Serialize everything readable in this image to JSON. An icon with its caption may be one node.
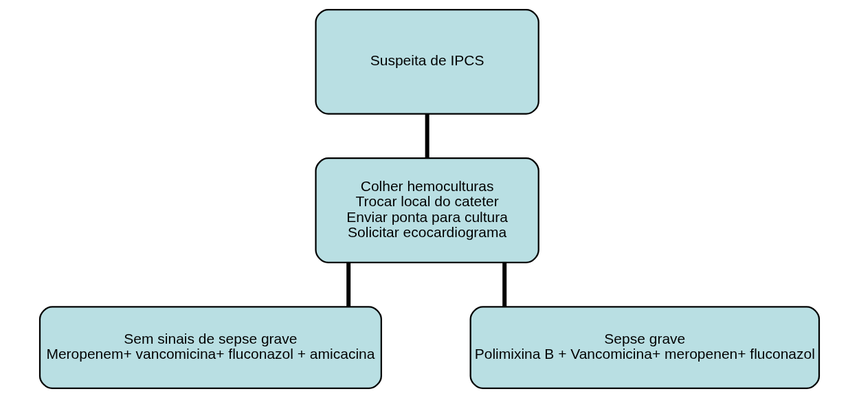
{
  "diagram": {
    "nodes": [
      {
        "text": [
          "Suspeita de IPCS"
        ]
      },
      {
        "text": [
          "Colher hemoculturas",
          "Trocar local do cateter",
          "Enviar ponta para cultura",
          "Solicitar ecocardiograma"
        ]
      },
      {
        "text": [
          "Sem sinais de sepse grave",
          "Meropenem+ vancomicina+ fluconazol + amicacina"
        ]
      },
      {
        "text": [
          "Sepse grave",
          "Polimixina B + Vancomicina+ meropenen+ fluconazol"
        ]
      }
    ],
    "edges": [
      {
        "from": 0,
        "to": 1,
        "arrow": "none"
      },
      {
        "from": 1,
        "to": 2,
        "arrow": "none"
      },
      {
        "from": 1,
        "to": 3,
        "arrow": "none"
      }
    ]
  }
}
